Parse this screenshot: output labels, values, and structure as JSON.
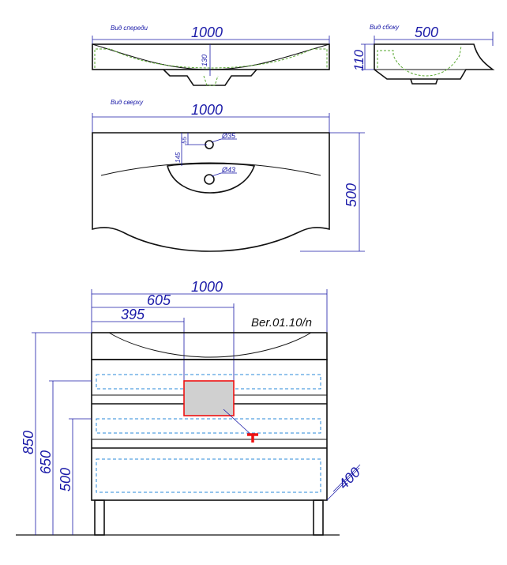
{
  "views": {
    "front_label": "Вид спереди",
    "side_label": "Вид сбоку",
    "top_label": "Вид сверху"
  },
  "dimensions": {
    "front_width": "1000",
    "front_height": "110",
    "front_inner": "130",
    "side_depth": "500",
    "top_width": "1000",
    "top_depth": "500",
    "top_offset_55": "55",
    "top_offset_145": "145",
    "hole_35": "Ø35",
    "hole_43": "Ø43",
    "cab_width": "1000",
    "cab_605": "605",
    "cab_395": "395",
    "height_850": "850",
    "height_650": "650",
    "height_500": "500",
    "depth_400": "400"
  },
  "model_code": "Ber.01.10/n",
  "colors": {
    "dimension": "#1a1aa8",
    "outline": "#111111",
    "hidden_green": "#5aa832",
    "drawer_cyan": "#2a8ad8",
    "service_red": "#e11111",
    "service_fill": "#d0d0d0"
  }
}
